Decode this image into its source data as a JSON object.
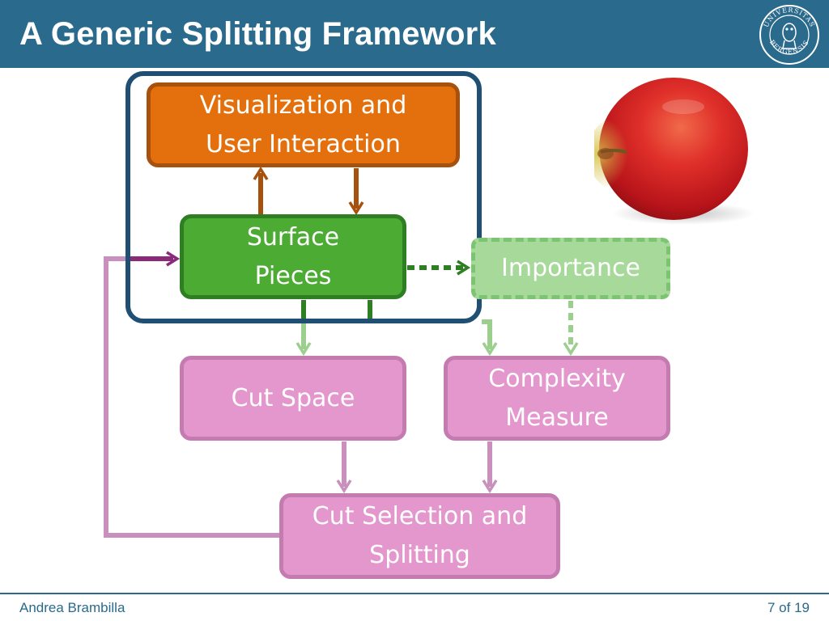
{
  "slide": {
    "title": "A Generic Splitting Framework",
    "author": "Andrea Brambilla",
    "page": "7 of 19"
  },
  "logo": {
    "icon": "university-seal-icon",
    "text": "UNIVERSITAS BERGENSIS"
  },
  "image": {
    "icon": "apple-photo"
  },
  "diagram": {
    "nodes": {
      "visualization": [
        "Visualization and",
        "User Interaction"
      ],
      "surface": [
        "Surface",
        "Pieces"
      ],
      "importance": [
        "Importance"
      ],
      "cut_space": [
        "Cut Space"
      ],
      "complexity": [
        "Complexity",
        "Measure"
      ],
      "cut_selection": [
        "Cut Selection and",
        "Splitting"
      ]
    },
    "colors": {
      "header": "#2a6a8c",
      "visualization": "#e3700d",
      "surface": "#4bab33",
      "importance": "#a6d99a",
      "pink_nodes": "#e397cd",
      "group_border": "#1f4f73",
      "brown_arrows": "#a6510d",
      "green_arrows": "#9ccf8e",
      "pink_arrows": "#c98fbd",
      "feedback_arrow": "#8a2a7a"
    }
  }
}
